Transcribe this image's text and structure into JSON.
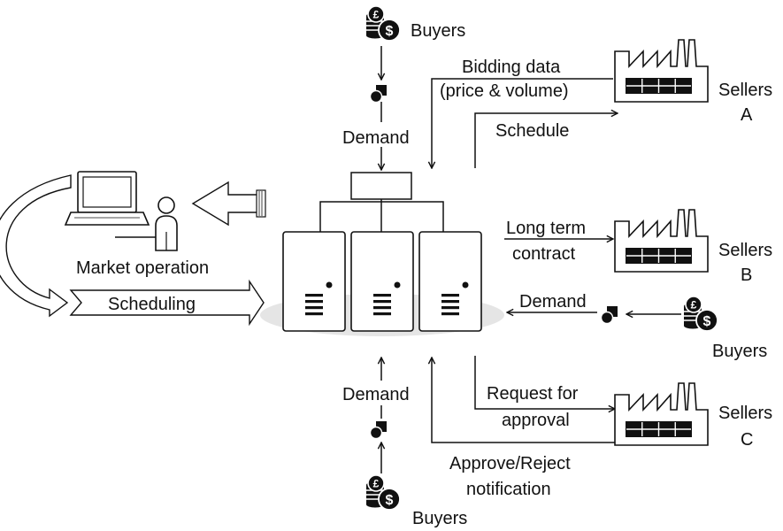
{
  "labels": {
    "buyers_top": "Buyers",
    "buyers_right": "Buyers",
    "buyers_bottom": "Buyers",
    "bidding_line1": "Bidding data",
    "bidding_line2": "(price & volume)",
    "schedule": "Schedule",
    "sellers_a_line1": "Sellers",
    "sellers_a_line2": "A",
    "sellers_b_line1": "Sellers",
    "sellers_b_line2": "B",
    "sellers_c_line1": "Sellers",
    "sellers_c_line2": "C",
    "demand_top": "Demand",
    "demand_right": "Demand",
    "demand_bottom": "Demand",
    "long_term_line1": "Long term",
    "long_term_line2": "contract",
    "request_line1": "Request for",
    "request_line2": "approval",
    "approve_line1": "Approve/Reject",
    "approve_line2": "notification",
    "market_operation": "Market operation",
    "scheduling": "Scheduling"
  },
  "icons": {
    "coins": "coins-icon",
    "factory": "factory-icon",
    "server": "server-icon",
    "laptop": "laptop-icon",
    "person": "person-icon",
    "shapes": "circle-square-icon"
  }
}
